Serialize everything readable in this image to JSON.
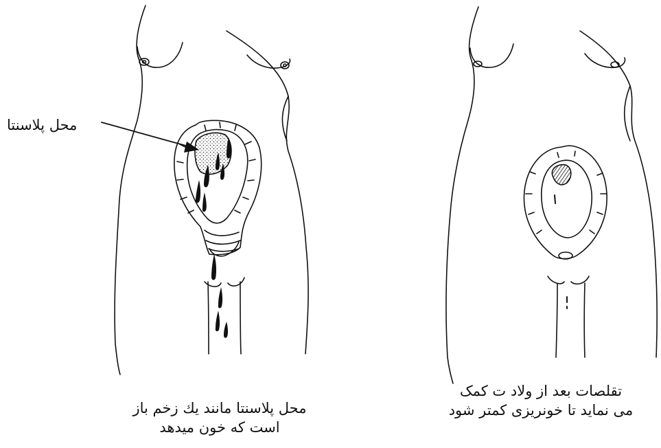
{
  "label_placenta_site": "محل پلاسنتا",
  "caption_left": {
    "line1": "محل پلاسنتا مانند يك زخم باز",
    "line2": "است كه خون ميدهد"
  },
  "caption_right": {
    "line1": "تقلصات بعد از ولاد ت كمک",
    "line2": "می نمايد تا خونريزی كمتر شود"
  }
}
